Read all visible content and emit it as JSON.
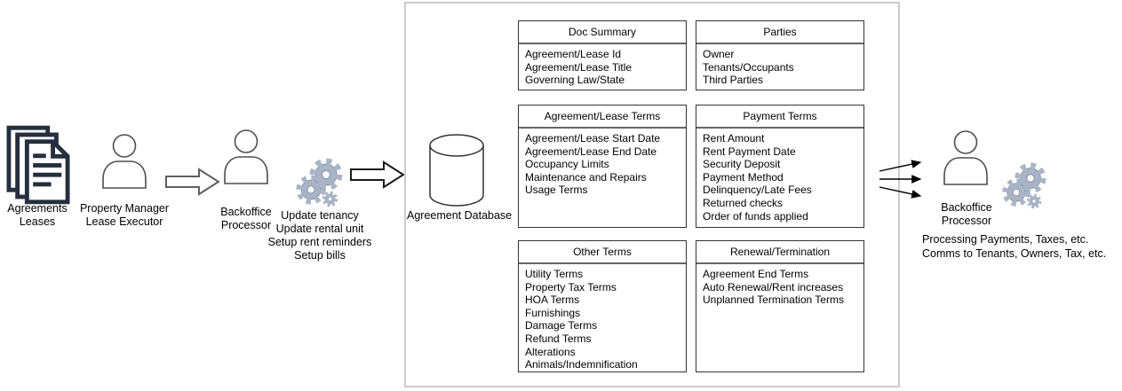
{
  "labels": {
    "agreements": [
      "Agreements",
      "Leases"
    ],
    "property_manager": [
      "Property Manager",
      "Lease Executor"
    ],
    "backoffice_left": [
      "Backoffice",
      "Processor"
    ],
    "backoffice_left_tasks": [
      "Update tenancy",
      "Update rental unit",
      "Setup rent reminders",
      "Setup bills"
    ],
    "database": "Agreement Database",
    "backoffice_right": [
      "Backoffice",
      "Processor"
    ],
    "backoffice_right_tasks": [
      "Processing Payments, Taxes, etc.",
      "Comms to Tenants, Owners, Tax, etc."
    ]
  },
  "tables": [
    {
      "title": "Doc Summary",
      "rows": [
        "Agreement/Lease Id",
        "Agreement/Lease Title",
        "Governing Law/State"
      ]
    },
    {
      "title": "Parties",
      "rows": [
        "Owner",
        "Tenants/Occupants",
        "Third Parties"
      ]
    },
    {
      "title": "Agreement/Lease Terms",
      "rows": [
        "Agreement/Lease Start Date",
        "Agreement/Lease End Date",
        "Occupancy Limits",
        "Maintenance and Repairs",
        "Usage Terms"
      ]
    },
    {
      "title": "Payment Terms",
      "rows": [
        "Rent Amount",
        "Rent Payment Date",
        "Security Deposit",
        "Payment Method",
        "Delinquency/Late Fees",
        "Returned checks",
        "Order of funds applied"
      ]
    },
    {
      "title": "Other Terms",
      "rows": [
        "Utility Terms",
        "Property Tax Terms",
        "HOA Terms",
        "Furnishings",
        "Damage Terms",
        "Refund Terms",
        "Alterations",
        "Animals/Indemnification"
      ]
    },
    {
      "title": "Renewal/Termination",
      "rows": [
        "Agreement End Terms",
        "Auto Renewal/Rent increases",
        "Unplanned Termination Terms"
      ]
    }
  ],
  "colors": {
    "doc_icon": "#252f3e",
    "outline": "#4d4d4d",
    "gear": "#a9b5c4",
    "gear_edge": "#7e8da3",
    "table_border": "#333333",
    "container_border": "#cccccc",
    "arrow": "#000000"
  }
}
